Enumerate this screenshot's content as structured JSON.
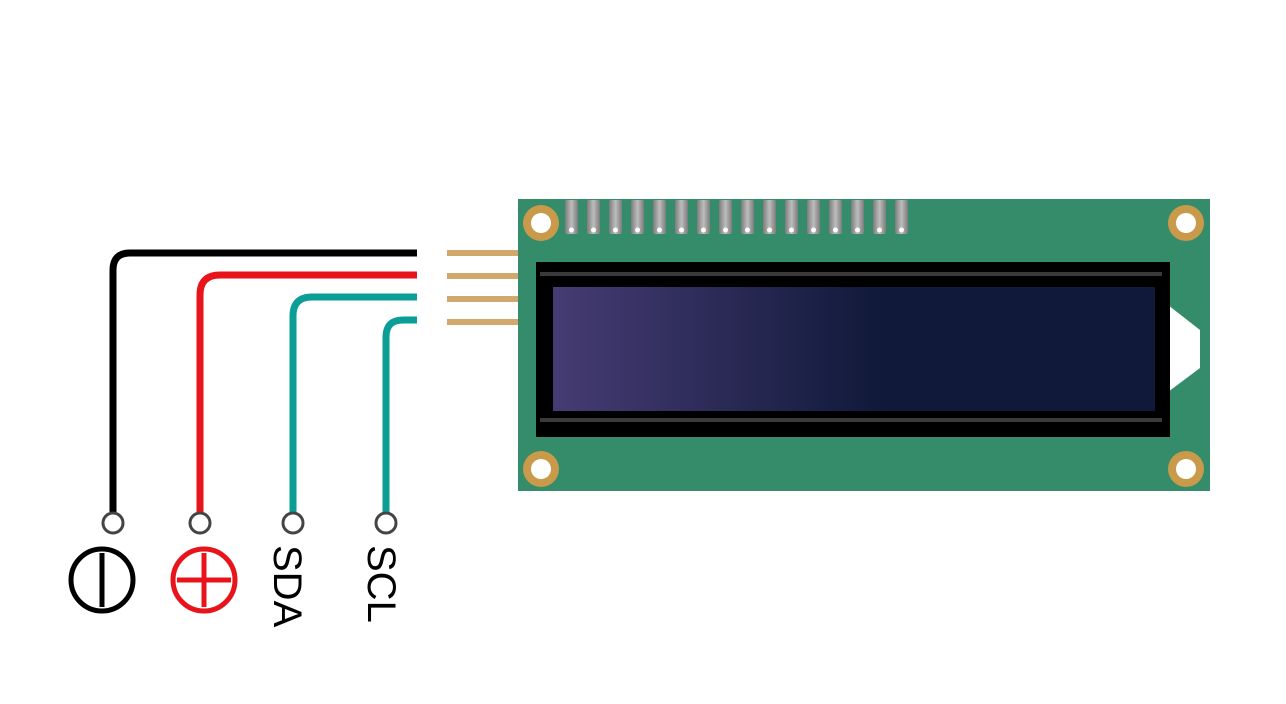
{
  "pins": [
    {
      "id": "gnd",
      "label": "",
      "symbol": "minus",
      "wire_color": "#000000"
    },
    {
      "id": "vcc",
      "label": "",
      "symbol": "plus",
      "wire_color": "#e8141c"
    },
    {
      "id": "sda",
      "label": "SDA",
      "symbol": "",
      "wire_color": "#0a9e96"
    },
    {
      "id": "scl",
      "label": "SCL",
      "symbol": "",
      "wire_color": "#0a9e96"
    }
  ],
  "module": {
    "pcb_color": "#348c6a",
    "header_pin_count": 16,
    "i2c_pin_count": 4,
    "pin_color": "#d2a86c",
    "mount_hole_color": "#c99a4a",
    "screen_gradient": [
      "#463c73",
      "#10193a"
    ]
  }
}
